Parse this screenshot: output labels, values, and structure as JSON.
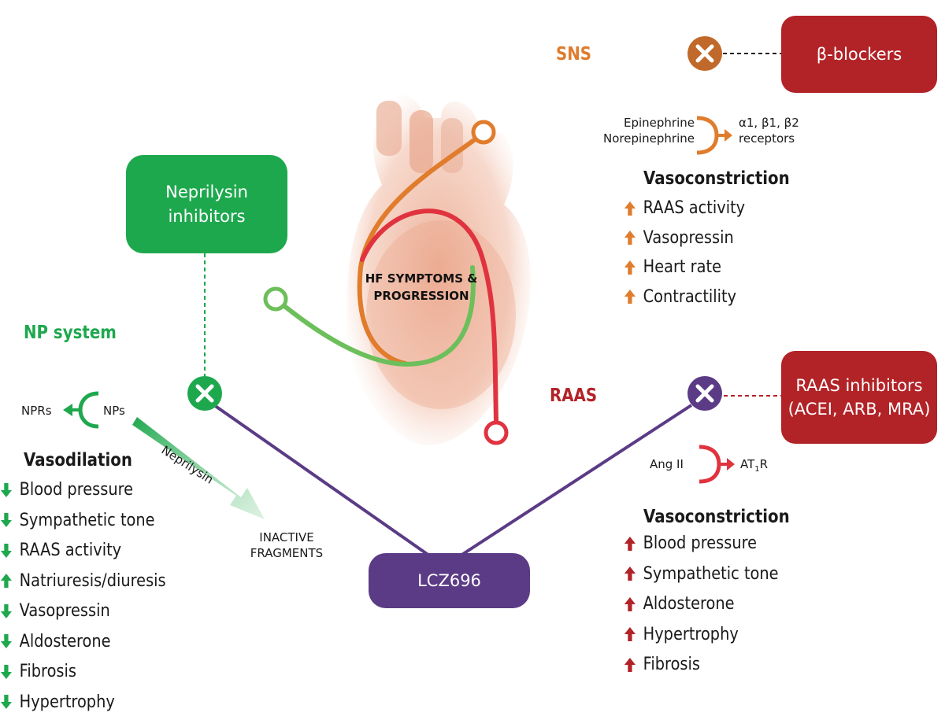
{
  "center": {
    "line1": "HF SYMPTOMS &",
    "line2": "PROGRESSION"
  },
  "sns": {
    "label": "SNS",
    "inhibitor": "β-blockers",
    "ligand1": "Epinephrine",
    "ligand2": "Norepinephrine",
    "receptor1": "α1, β1, β2",
    "receptor2": "receptors",
    "effect_heading": "Vasoconstriction",
    "effects": [
      "RAAS activity",
      "Vasopressin",
      "Heart rate",
      "Contractility"
    ]
  },
  "np": {
    "label": "NP system",
    "inhibitor_line1": "Neprilysin",
    "inhibitor_line2": "inhibitors",
    "receptor": "NPRs",
    "ligand": "NPs",
    "enzyme": "Neprilysin",
    "product1": "INACTIVE",
    "product2": "FRAGMENTS",
    "effect_heading": "Vasodilation",
    "effects": [
      {
        "text": "Blood pressure",
        "dir": "down"
      },
      {
        "text": "Sympathetic tone",
        "dir": "down"
      },
      {
        "text": "RAAS activity",
        "dir": "down"
      },
      {
        "text": "Natriuresis/diuresis",
        "dir": "up"
      },
      {
        "text": "Vasopressin",
        "dir": "down"
      },
      {
        "text": "Aldosterone",
        "dir": "down"
      },
      {
        "text": "Fibrosis",
        "dir": "down"
      },
      {
        "text": "Hypertrophy",
        "dir": "down"
      }
    ]
  },
  "raas": {
    "label": "RAAS",
    "inhibitor_line1": "RAAS inhibitors",
    "inhibitor_line2": "(ACEI, ARB, MRA)",
    "ligand": "Ang II",
    "receptor_main": "AT",
    "receptor_sub": "1",
    "receptor_end": "R",
    "effect_heading": "Vasoconstriction",
    "effects": [
      "Blood pressure",
      "Sympathetic tone",
      "Aldosterone",
      "Hypertrophy",
      "Fibrosis"
    ]
  },
  "drug": {
    "label": "LCZ696"
  },
  "colors": {
    "sns": "#e07c2c",
    "sns_dark": "#c0692a",
    "raas": "#b22327",
    "raas_line": "#e0333f",
    "np": "#1ea84e",
    "np_line": "#6cbf5a",
    "drug": "#5b3b86",
    "heart": "#eaa487"
  }
}
